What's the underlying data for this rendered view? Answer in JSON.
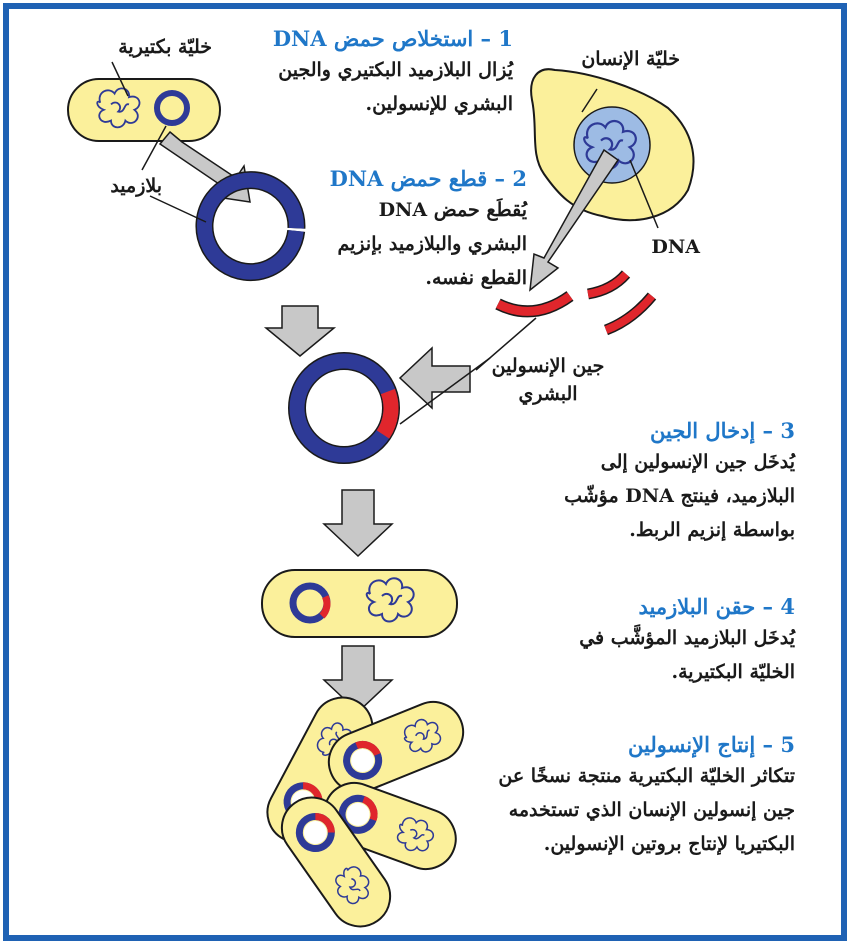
{
  "labels": {
    "bacterial_cell": "خليّة بكتيرية",
    "human_cell": "خليّة الإنسان",
    "plasmid": "بلازميد",
    "dna": "DNA",
    "insulin_gene_line1": "جين الإنسولين",
    "insulin_gene_line2": "البشري"
  },
  "steps": [
    {
      "title": "1 – استخلاص حمض DNA",
      "lines": [
        "يُزال البلازميد البكتيري والجين",
        "البشري للإنسولين."
      ]
    },
    {
      "title": "2 – قطع حمض DNA",
      "lines": [
        "يُقطَع حمض DNA",
        "البشري والبلازميد بإنزيم",
        "القطع نفسه."
      ]
    },
    {
      "title": "3 – إدخال الجين",
      "lines": [
        "يُدخَل جين الإنسولين إلى",
        "البلازميد، فينتج DNA مؤشّب",
        "بواسطة إنزيم الربط."
      ]
    },
    {
      "title": "4 – حقن البلازميد",
      "lines": [
        "يُدخَل البلازميد المؤشَّب في",
        "الخليّة البكتيرية."
      ]
    },
    {
      "title": "5 – إنتاج الإنسولين",
      "lines": [
        "تتكاثر الخليّة البكتيرية منتجة نسخًا عن",
        "جين إنسولين الإنسان الذي تستخدمه",
        "البكتيريا لإنتاج بروتين الإنسولين."
      ]
    }
  ],
  "colors": {
    "frame": "#1f62b4",
    "step_title": "#1f77c8",
    "cell_fill": "#fbf09b",
    "nucleus_fill": "#9dbbe4",
    "plasmid": "#2e3a97",
    "insulin_gene": "#e0262c",
    "arrow": "#c8c8c8"
  },
  "icons": {
    "arrow": "grey-block-arrow",
    "bacterium": "rod-shaped-bacterium",
    "human_cell": "human-cell-with-nucleus",
    "plasmid": "circular-plasmid-ring"
  }
}
